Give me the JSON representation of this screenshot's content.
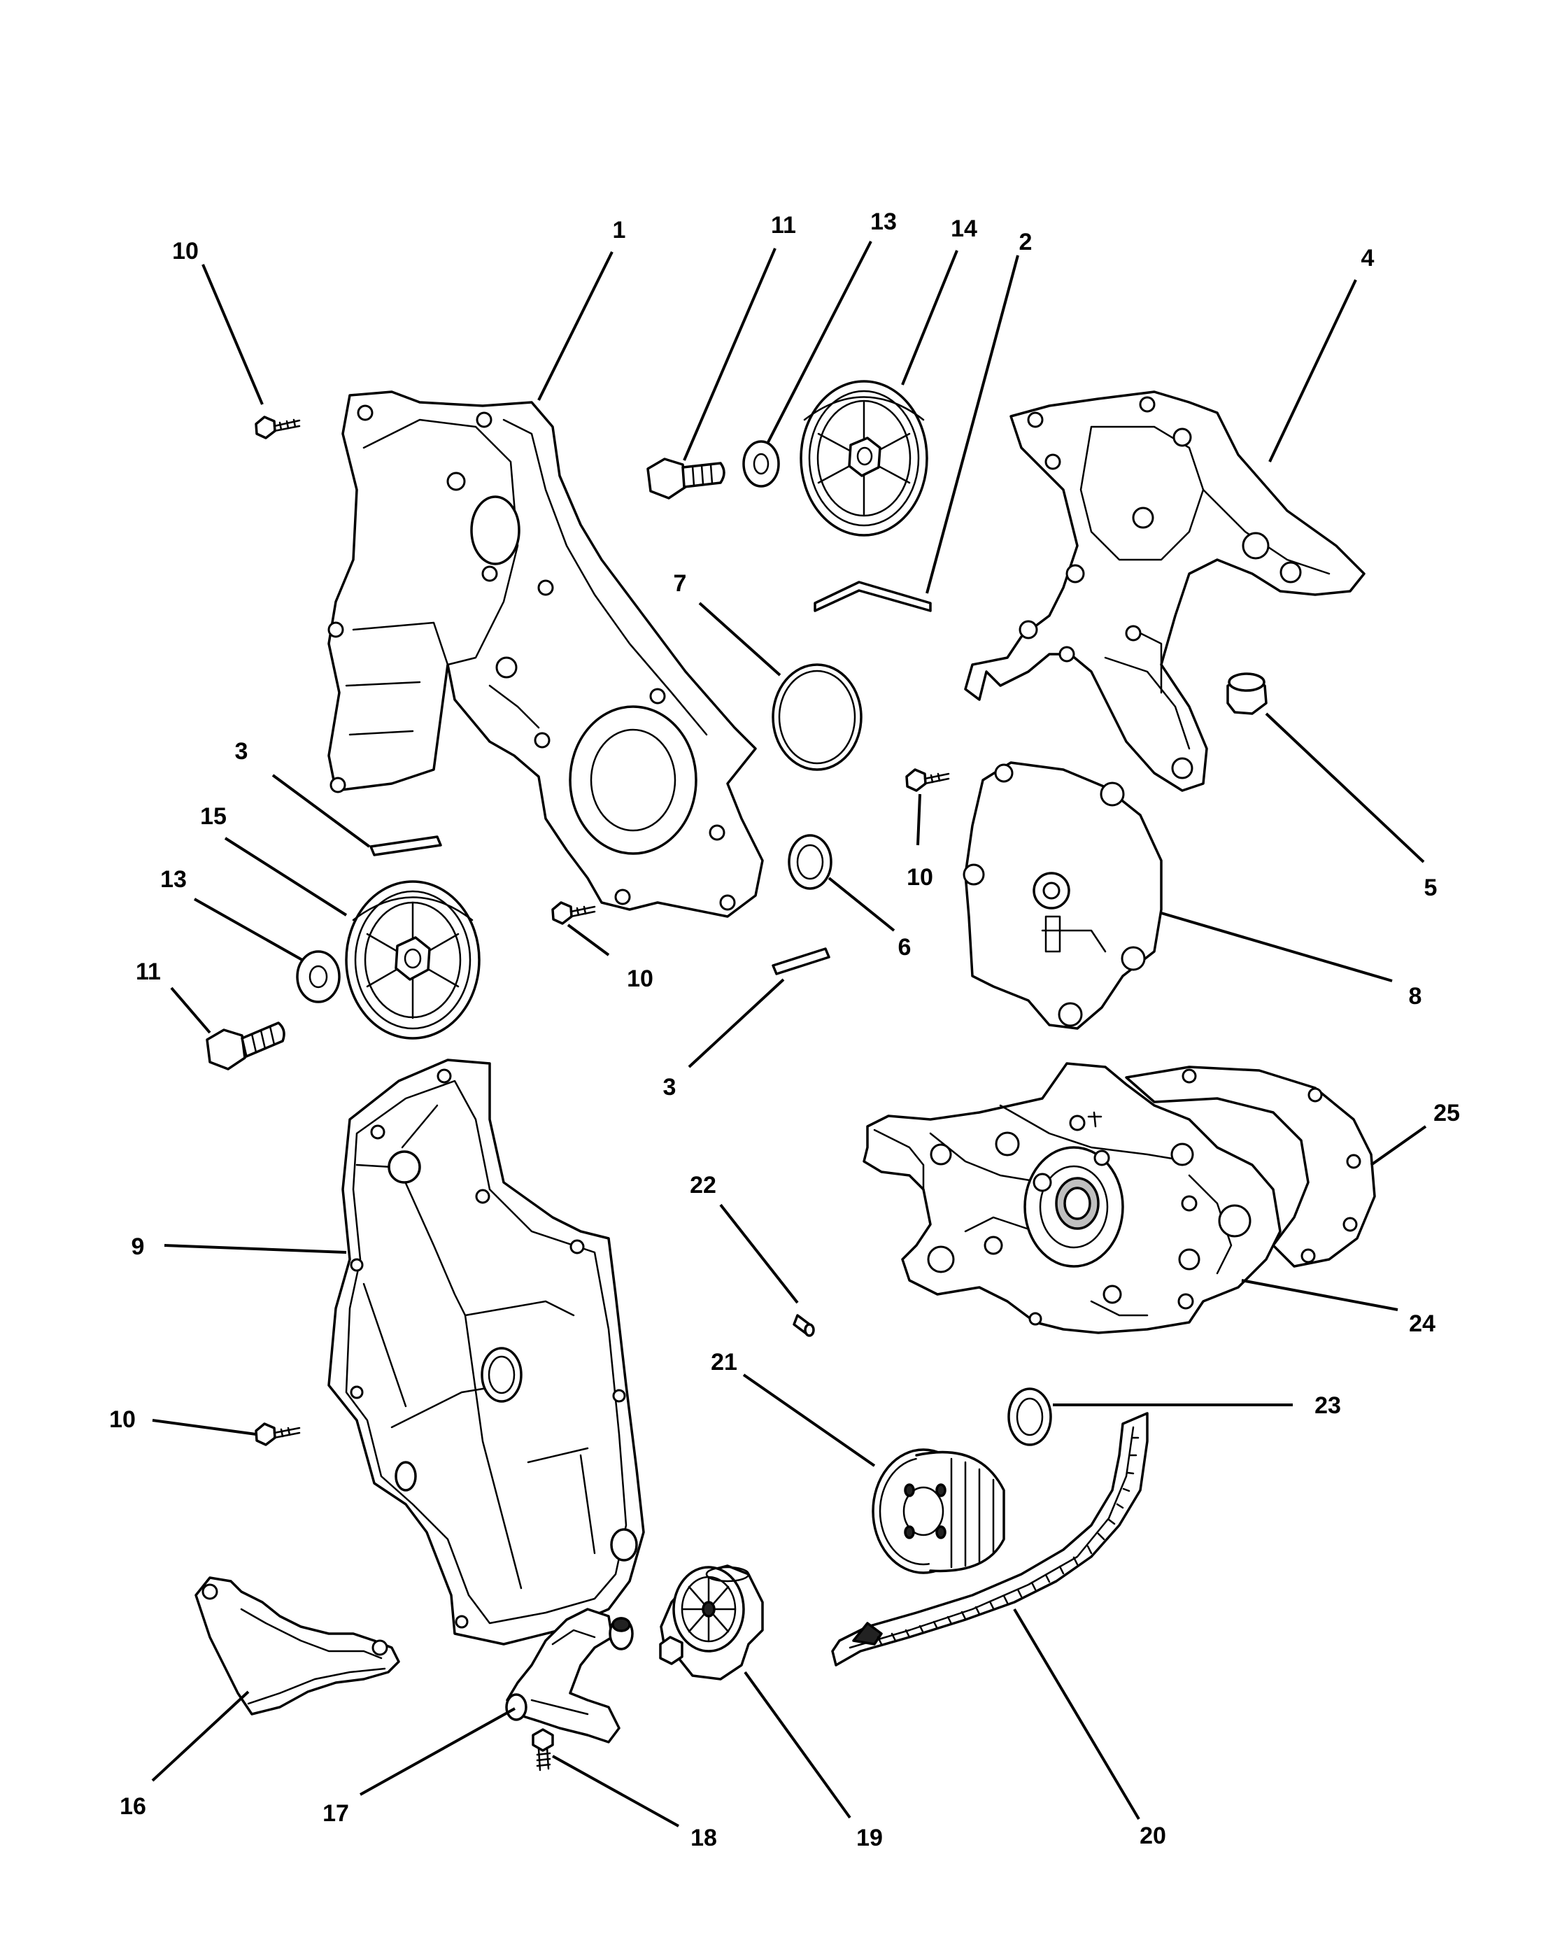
{
  "callouts": [
    {
      "id": "c1",
      "label": "1"
    },
    {
      "id": "c2",
      "label": "2"
    },
    {
      "id": "c3a",
      "label": "3"
    },
    {
      "id": "c3b",
      "label": "3"
    },
    {
      "id": "c4",
      "label": "4"
    },
    {
      "id": "c5",
      "label": "5"
    },
    {
      "id": "c6",
      "label": "6"
    },
    {
      "id": "c7",
      "label": "7"
    },
    {
      "id": "c8",
      "label": "8"
    },
    {
      "id": "c9",
      "label": "9"
    },
    {
      "id": "c10a",
      "label": "10"
    },
    {
      "id": "c10b",
      "label": "10"
    },
    {
      "id": "c10c",
      "label": "10"
    },
    {
      "id": "c10d",
      "label": "10"
    },
    {
      "id": "c11a",
      "label": "11"
    },
    {
      "id": "c11b",
      "label": "11"
    },
    {
      "id": "c13a",
      "label": "13"
    },
    {
      "id": "c13b",
      "label": "13"
    },
    {
      "id": "c14",
      "label": "14"
    },
    {
      "id": "c15",
      "label": "15"
    },
    {
      "id": "c16",
      "label": "16"
    },
    {
      "id": "c17",
      "label": "17"
    },
    {
      "id": "c18",
      "label": "18"
    },
    {
      "id": "c19",
      "label": "19"
    },
    {
      "id": "c20",
      "label": "20"
    },
    {
      "id": "c21",
      "label": "21"
    },
    {
      "id": "c22",
      "label": "22"
    },
    {
      "id": "c23",
      "label": "23"
    },
    {
      "id": "c24",
      "label": "24"
    },
    {
      "id": "c25",
      "label": "25"
    }
  ]
}
